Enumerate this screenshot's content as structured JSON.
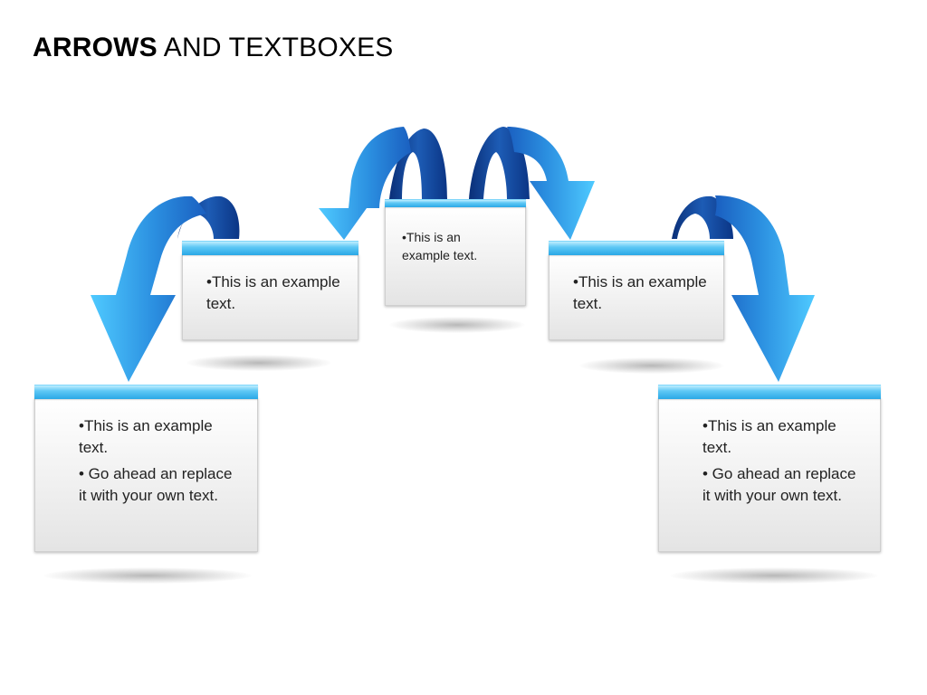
{
  "title": {
    "bold": "ARROWS",
    "rest": " AND TEXTBOXES"
  },
  "colors": {
    "bar": "#2aa8e6",
    "arrow_light": "#4cc7ff",
    "arrow_dark": "#0d3d8f"
  },
  "boxes": {
    "left_low": {
      "lines": [
        "•This is an example text.",
        "• Go ahead an replace it with your own text."
      ]
    },
    "left_mid": {
      "lines": [
        "•This is an example text."
      ]
    },
    "center_top": {
      "lines": [
        "•This is an example text."
      ]
    },
    "right_mid": {
      "lines": [
        "•This is an example text."
      ]
    },
    "right_low": {
      "lines": [
        "•This is an example text.",
        "• Go ahead an replace it with your own text."
      ]
    }
  }
}
